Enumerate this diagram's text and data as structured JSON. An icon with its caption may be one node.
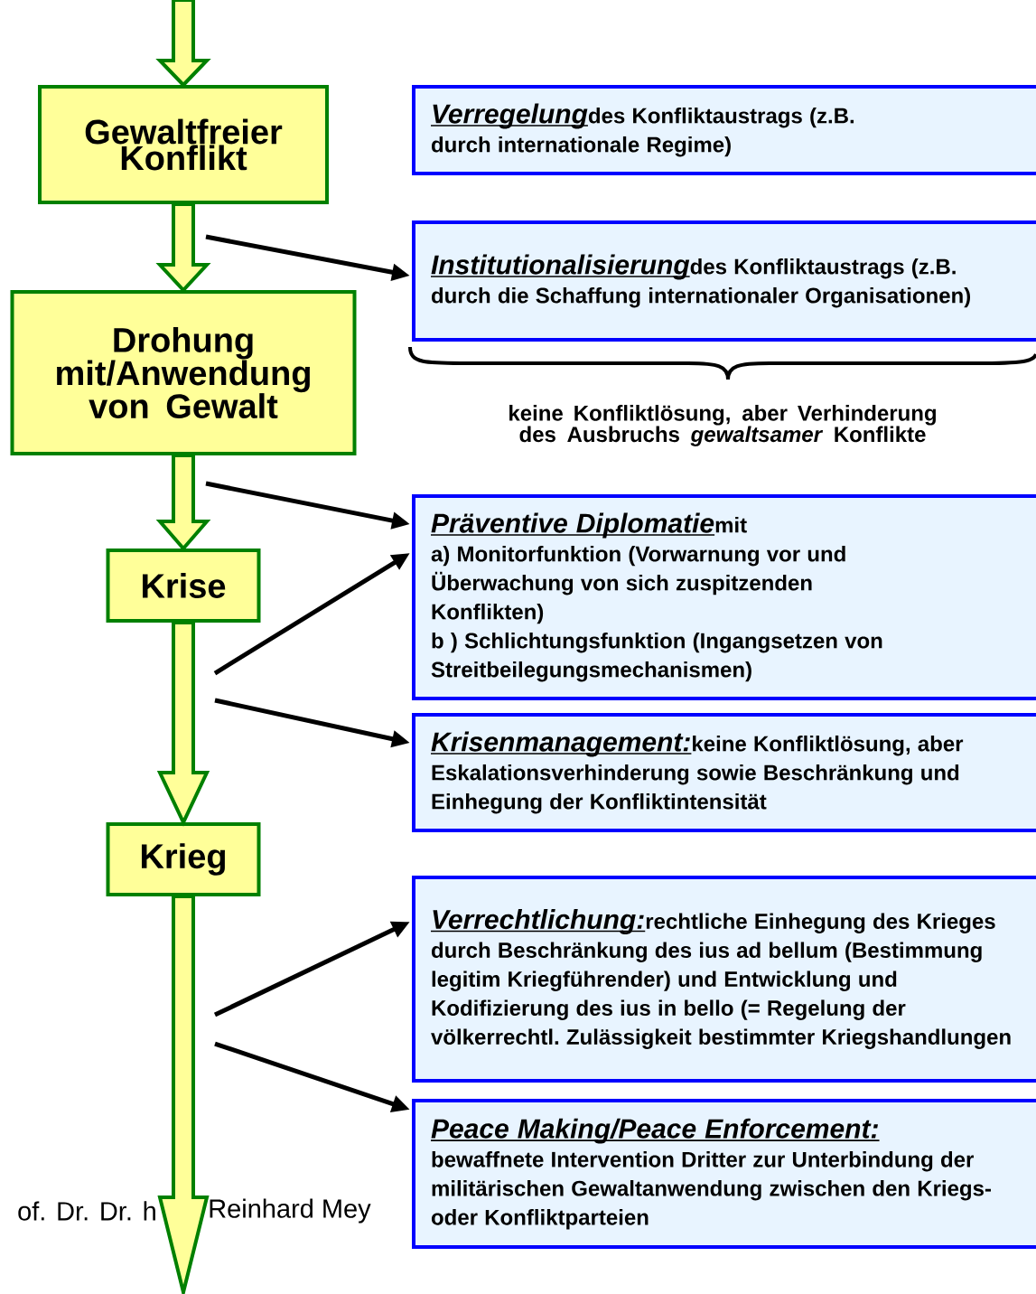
{
  "diagram": {
    "nodes": [
      {
        "text": [
          "Gewaltfreier Konflikt"
        ]
      },
      {
        "text": [
          "Drohung mit/Anwendung von Gewalt"
        ]
      },
      {
        "text": [
          "Krise"
        ]
      },
      {
        "text": [
          "Krieg"
        ]
      },
      {
        "text": [
          "Verregelung",
          "des Konfliktaustrags (z.B. durch internationale Regime)"
        ]
      },
      {
        "text": [
          "Institutionalisierung",
          "des Konfliktaustrags (z.B. durch die Schaffung internationaler Organisationen)"
        ]
      },
      {
        "text": [
          "Präventive Diplomatie",
          "mit",
          "a) Monitorfunktion (Vorwarnung vor und Überwachung von sich zuspitzenden Konflikten)",
          "b ) Schlichtungsfunktion (Ingangsetzen von Streitbeilegungsmechanismen)"
        ]
      },
      {
        "text": [
          "Krisenmanagement:",
          "keine Konfliktlösung, aber Eskalationsverhinderung sowie Beschränkung und Einhegung der Konfliktintensität"
        ]
      },
      {
        "text": [
          "Verrechtlichung:",
          "rechtliche Einhegung des Krieges durch Beschränkung des ius ad bellum (Bestimmung legitim Kriegführender) und Entwicklung und Kodifizierung des ius in bello (= Regelung der völkerrechtl. Zulässigkeit bestimmter Kriegshandlungen"
        ]
      },
      {
        "text": [
          "Peace Making/Peace Enforcement:",
          "bewaffnete Intervention Dritter zur Unterbindung der militärischen Gewaltanwendung zwischen den Kriegs- oder Konfliktparteien"
        ]
      }
    ],
    "edges": [
      {
        "from": null,
        "to": 0,
        "arrow": "to",
        "style": "thick",
        "color": "#008000"
      },
      {
        "from": 0,
        "to": 1,
        "arrow": "to",
        "style": "thick",
        "color": "#008000"
      },
      {
        "from": 1,
        "to": 2,
        "arrow": "to",
        "style": "thick",
        "color": "#008000"
      },
      {
        "from": 2,
        "to": 3,
        "arrow": "to",
        "style": "thick",
        "color": "#008000"
      },
      {
        "from": 3,
        "to": null,
        "arrow": "to",
        "style": "thick",
        "color": "#008000"
      },
      {
        "from": null,
        "to": 5,
        "arrow": "to"
      },
      {
        "from": null,
        "to": 6,
        "arrow": "to"
      },
      {
        "from": null,
        "to": 6,
        "arrow": "to"
      },
      {
        "from": null,
        "to": 7,
        "arrow": "to"
      },
      {
        "from": null,
        "to": 8,
        "arrow": "to"
      },
      {
        "from": null,
        "to": 9,
        "arrow": "to"
      }
    ],
    "labels": [
      "keine Konfliktlösung, aber Verhinderung des Ausbruchs *gewaltsamer* Konflikte",
      "of. Dr. Dr. h",
      "Reinhard Mey"
    ]
  }
}
